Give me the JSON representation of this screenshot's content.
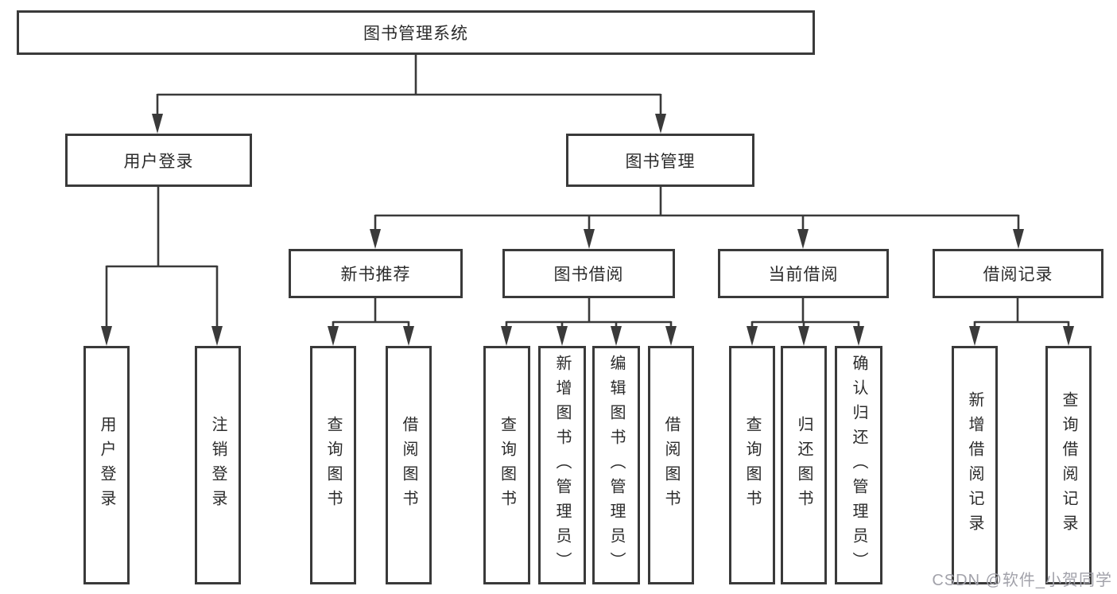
{
  "diagram_title": "图书管理系统",
  "nodes": {
    "root": {
      "label": "图书管理系统"
    },
    "level2": {
      "user_login": {
        "label": "用户登录"
      },
      "book_mgmt": {
        "label": "图书管理"
      }
    },
    "level3": {
      "new_book_rec": {
        "label": "新书推荐"
      },
      "book_borrow": {
        "label": "图书借阅"
      },
      "current_borrow": {
        "label": "当前借阅"
      },
      "borrow_record": {
        "label": "借阅记录"
      }
    },
    "leaves": {
      "user_login_leaf": {
        "label": "用户登录",
        "parent": "用户登录"
      },
      "logout_leaf": {
        "label": "注销登录",
        "parent": "用户登录"
      },
      "rec_query_book": {
        "label": "查询图书",
        "parent": "新书推荐"
      },
      "rec_borrow_book": {
        "label": "借阅图书",
        "parent": "新书推荐"
      },
      "bb_query_book": {
        "label": "查询图书",
        "parent": "图书借阅"
      },
      "bb_add_book": {
        "label": "新增图书（管理员）",
        "parent": "图书借阅"
      },
      "bb_edit_book": {
        "label": "编辑图书（管理员）",
        "parent": "图书借阅"
      },
      "bb_borrow_book": {
        "label": "借阅图书",
        "parent": "图书借阅"
      },
      "cb_query_book": {
        "label": "查询图书",
        "parent": "当前借阅"
      },
      "cb_return_book": {
        "label": "归还图书",
        "parent": "当前借阅"
      },
      "cb_confirm_return": {
        "label": "确认归还（管理员）",
        "parent": "当前借阅"
      },
      "br_add_record": {
        "label": "新增借阅记录",
        "parent": "借阅记录"
      },
      "br_query_record": {
        "label": "查询借阅记录",
        "parent": "借阅记录"
      }
    }
  },
  "watermark": "CSDN @软件_小贺同学",
  "colors": {
    "box_border": "#3a3a3a",
    "connector_line": "#3a3a3a",
    "arrowhead": "#3a3a3a",
    "text": "#2b2b2b",
    "watermark_text": "#a2a2aa",
    "background": "#ffffff"
  }
}
